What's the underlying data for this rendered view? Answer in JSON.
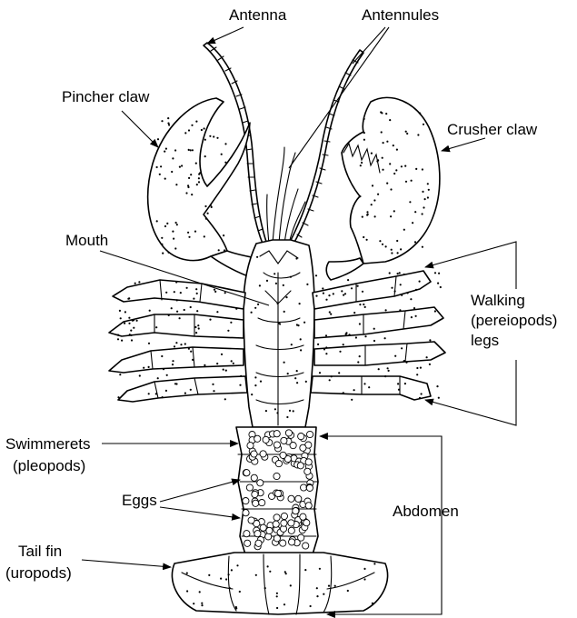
{
  "labels": {
    "antenna": "Antenna",
    "antennules": "Antennules",
    "pincher_claw": "Pincher claw",
    "crusher_claw": "Crusher claw",
    "mouth": "Mouth",
    "walking_1": "Walking",
    "walking_2": "(pereiopods)",
    "walking_3": "legs",
    "swimmerets_1": "Swimmerets",
    "swimmerets_2": "(pleopods)",
    "eggs": "Eggs",
    "abdomen": "Abdomen",
    "tail_fin_1": "Tail fin",
    "tail_fin_2": "(uropods)"
  },
  "colors": {
    "line": "#000000",
    "background": "#ffffff"
  }
}
